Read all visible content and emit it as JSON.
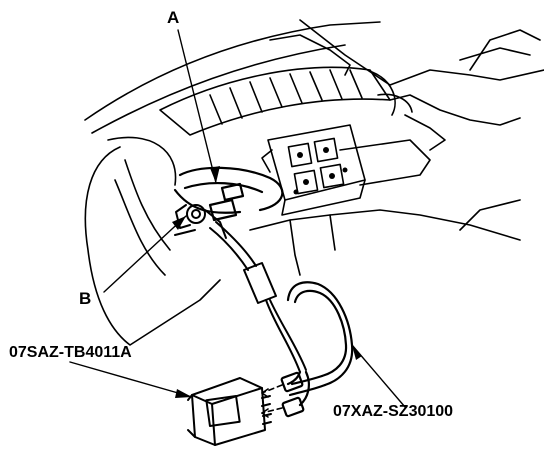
{
  "callouts": {
    "a": "A",
    "b": "B",
    "control_unit_part": "07SAZ-TB4011A",
    "harness_part": "07XAZ-SZ30100"
  },
  "colors": {
    "ink": "#000000",
    "paper": "#ffffff"
  }
}
